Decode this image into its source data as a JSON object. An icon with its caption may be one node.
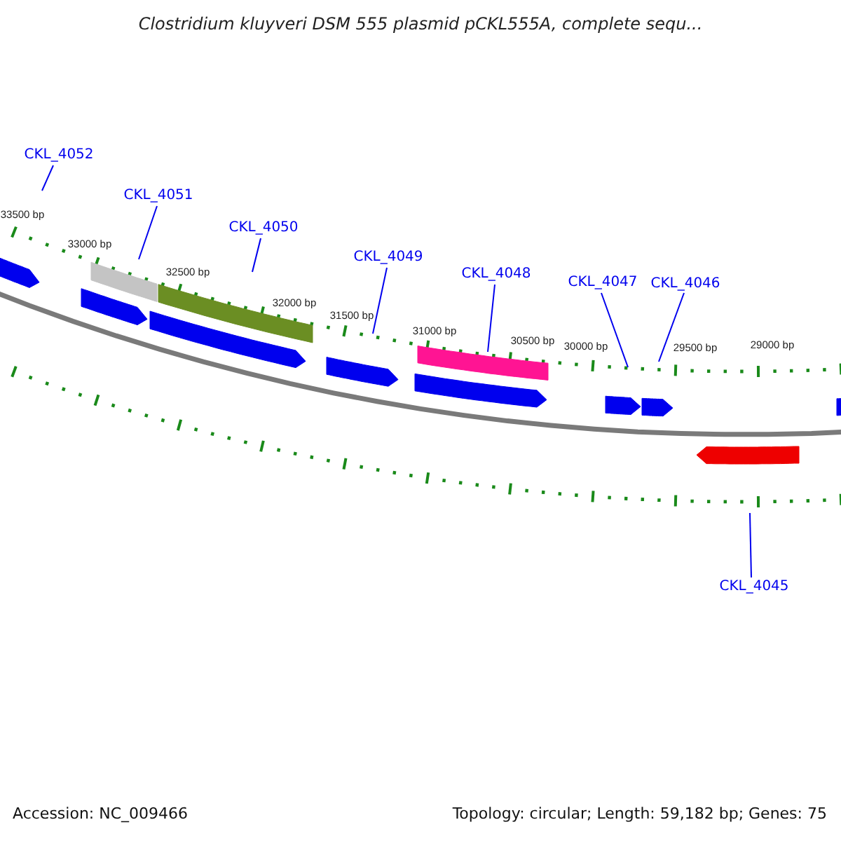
{
  "diagram": {
    "title": "Clostridium kluyveri DSM 555 plasmid pCKL555A, complete sequ...",
    "nodes": [
      {
        "text": [
          "CKL_4052"
        ]
      },
      {
        "text": [
          "CKL_4051"
        ]
      },
      {
        "text": [
          "CKL_4050"
        ]
      },
      {
        "text": [
          "CKL_4049"
        ]
      },
      {
        "text": [
          "CKL_4048"
        ]
      },
      {
        "text": [
          "CKL_4047"
        ]
      },
      {
        "text": [
          "CKL_4046"
        ]
      },
      {
        "text": [
          "CKL_4045"
        ]
      }
    ],
    "edges": [
      {
        "from": 0,
        "to": null,
        "arrow": "none"
      },
      {
        "from": 1,
        "to": null,
        "arrow": "none"
      },
      {
        "from": 2,
        "to": null,
        "arrow": "none"
      },
      {
        "from": 3,
        "to": null,
        "arrow": "none"
      },
      {
        "from": 4,
        "to": null,
        "arrow": "none"
      },
      {
        "from": 5,
        "to": null,
        "arrow": "none"
      },
      {
        "from": 6,
        "to": null,
        "arrow": "none"
      },
      {
        "from": 7,
        "to": null,
        "arrow": "none"
      }
    ],
    "labels": [
      "33500 bp",
      "33000 bp",
      "32500 bp",
      "32000 bp",
      "31500 bp",
      "31000 bp",
      "30500 bp",
      "30000 bp",
      "29500 bp",
      "29000 bp",
      "Accession: NC_009466",
      "Topology: circular; Length: 59,182 bp; Genes: 75"
    ]
  }
}
